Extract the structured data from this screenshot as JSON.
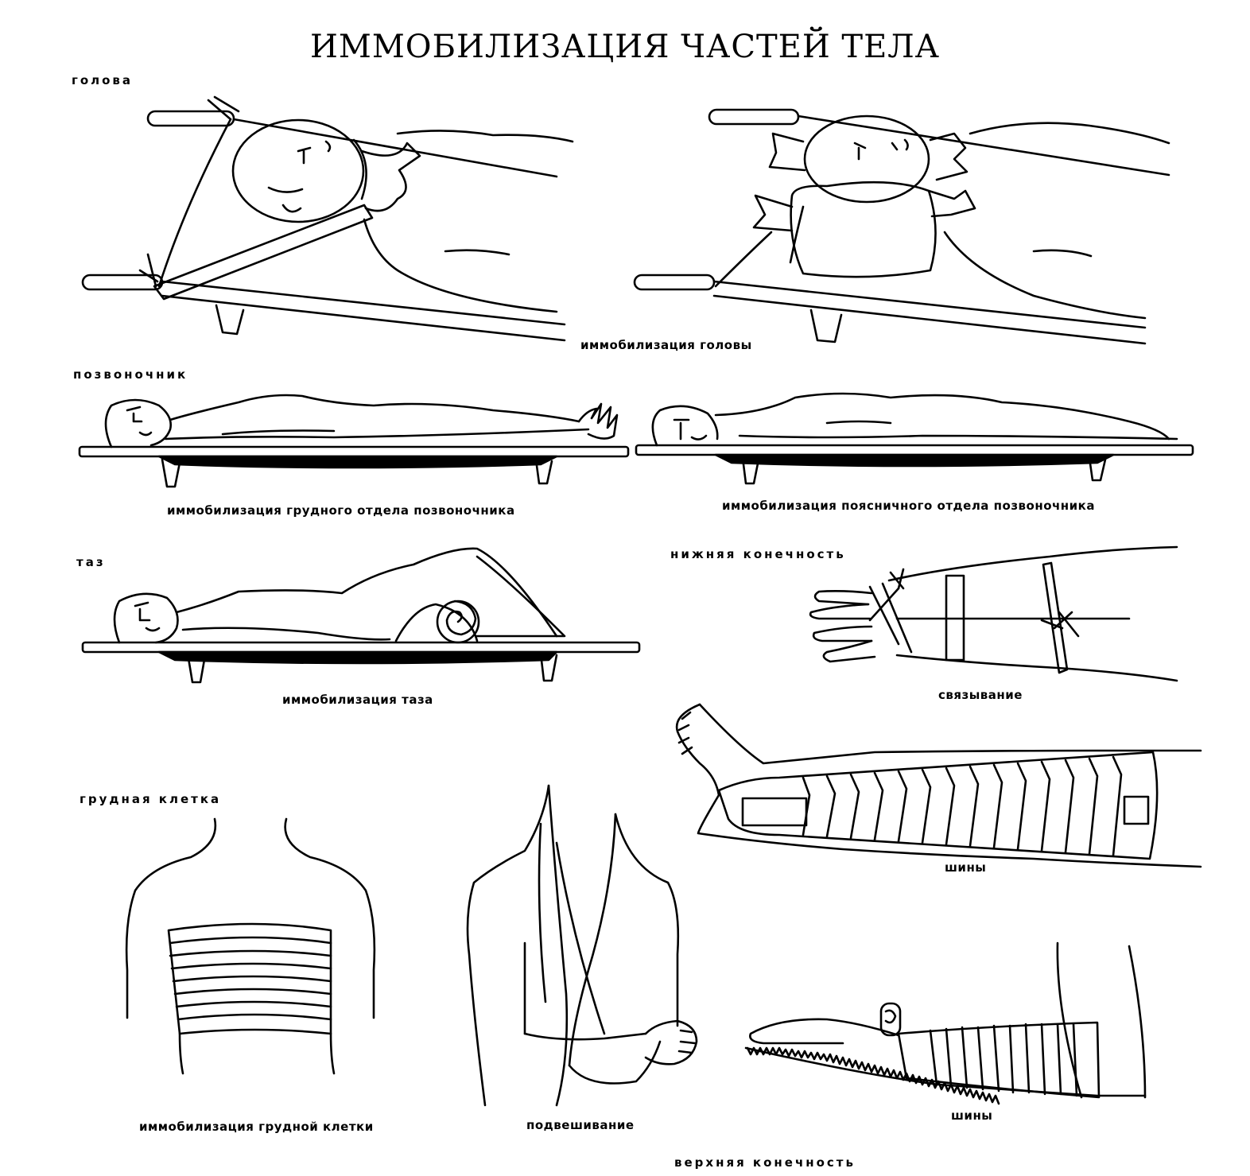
{
  "title": "ИММОБИЛИЗАЦИЯ ЧАСТЕЙ ТЕЛА",
  "sections": {
    "head": "голова",
    "spine": "позвоночник",
    "pelvis": "таз",
    "lower_limb": "нижняя конечность",
    "chest": "грудная клетка",
    "upper_limb": "верхняя конечность"
  },
  "captions": {
    "head": "иммобилизация головы",
    "thoracic_spine": "иммобилизация грудного отдела позвоночника",
    "lumbar_spine": "иммобилизация поясничного отдела позвоночника",
    "pelvis": "иммобилизация таза",
    "tying": "связывание",
    "leg_splints": "шины",
    "chest": "иммобилизация грудной клетки",
    "sling": "подвешивание",
    "arm_splints": "шины"
  }
}
